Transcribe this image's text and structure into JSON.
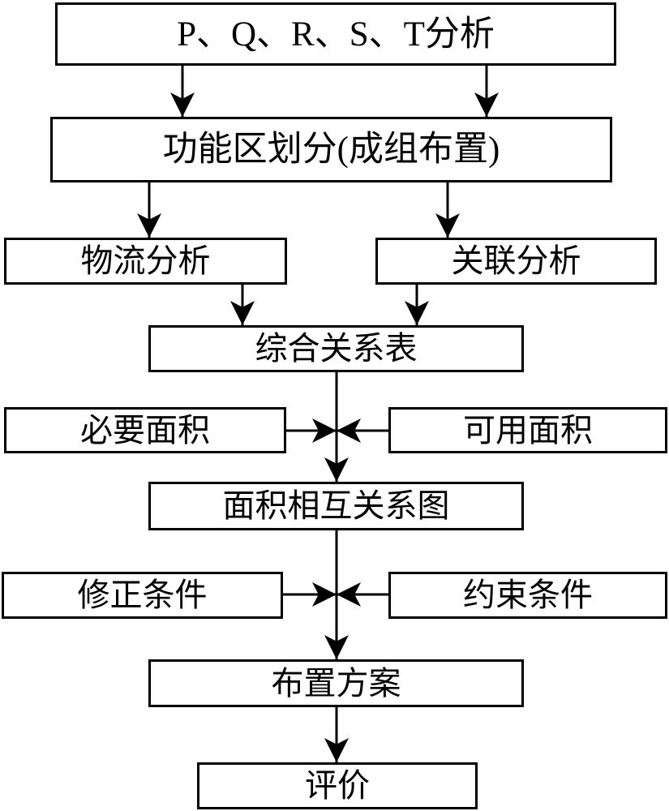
{
  "diagram": {
    "title": "SLP layout-planning flowchart",
    "background_color": "#ffffff",
    "line_color": "#000000",
    "nodes": {
      "pqrst": {
        "label": "P、Q、R、S、T分析"
      },
      "functional_zone": {
        "label": "功能区划分(成组布置)"
      },
      "logistics_analysis": {
        "label": "物流分析"
      },
      "relation_analysis": {
        "label": "关联分析"
      },
      "comprehensive_table": {
        "label": "综合关系表"
      },
      "required_area": {
        "label": "必要面积"
      },
      "available_area": {
        "label": "可用面积"
      },
      "area_diagram": {
        "label": "面积相互关系图"
      },
      "correction_conditions": {
        "label": "修正条件"
      },
      "constraint_conditions": {
        "label": "约束条件"
      },
      "layout_plan": {
        "label": "布置方案"
      },
      "evaluation": {
        "label": "评价"
      }
    },
    "edges": [
      {
        "from": "pqrst",
        "to": "functional_zone",
        "branch": "left"
      },
      {
        "from": "pqrst",
        "to": "functional_zone",
        "branch": "right"
      },
      {
        "from": "functional_zone",
        "to": "logistics_analysis"
      },
      {
        "from": "functional_zone",
        "to": "relation_analysis"
      },
      {
        "from": "logistics_analysis",
        "to": "comprehensive_table"
      },
      {
        "from": "relation_analysis",
        "to": "comprehensive_table"
      },
      {
        "from": "comprehensive_table",
        "to": "area_diagram"
      },
      {
        "from": "required_area",
        "to": "comprehensive_table_to_area_diagram_line"
      },
      {
        "from": "available_area",
        "to": "comprehensive_table_to_area_diagram_line"
      },
      {
        "from": "area_diagram",
        "to": "layout_plan"
      },
      {
        "from": "correction_conditions",
        "to": "area_diagram_to_layout_plan_line"
      },
      {
        "from": "constraint_conditions",
        "to": "area_diagram_to_layout_plan_line"
      },
      {
        "from": "layout_plan",
        "to": "evaluation"
      }
    ]
  }
}
